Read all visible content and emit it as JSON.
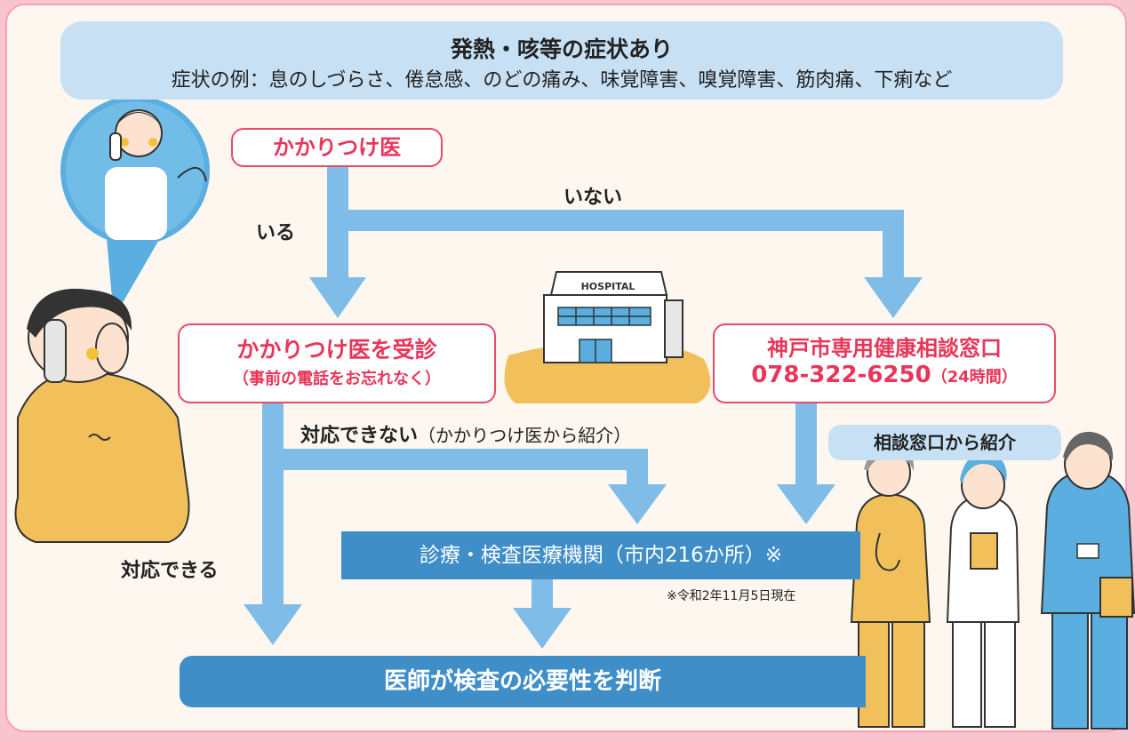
{
  "banner": {
    "title": "発熱・咳等の症状あり",
    "subtitle": "症状の例：息のしづらさ、倦怠感、のどの痛み、味覚障害、嗅覚障害、筋肉痛、下痢など"
  },
  "start": {
    "label": "かかりつけ医"
  },
  "branches": {
    "has_doctor": "いる",
    "no_doctor": "いない",
    "can_handle": "対応できる",
    "cannot_handle": "対応できない",
    "cannot_handle_note": "（かかりつけ医から紹介）"
  },
  "visit": {
    "line1": "かかりつけ医を受診",
    "line2": "（事前の電話をお忘れなく）"
  },
  "hotline": {
    "line1": "神戸市専用健康相談窓口",
    "phone": "078-322-6250",
    "hours": "（24時間）"
  },
  "hospital_sign": "HOSPITAL",
  "referral": "相談窓口から紹介",
  "institutions": {
    "label": "診療・検査医療機関（市内216か所）※",
    "footnote": "※令和2年11月5日現在"
  },
  "final": {
    "label": "医師が検査の必要性を判断"
  },
  "colors": {
    "accent": "#e8365a",
    "arrow": "#7fbde8",
    "bar": "#3f8ec8",
    "banner": "#c7e0f3",
    "background": "#fdf7f0"
  }
}
